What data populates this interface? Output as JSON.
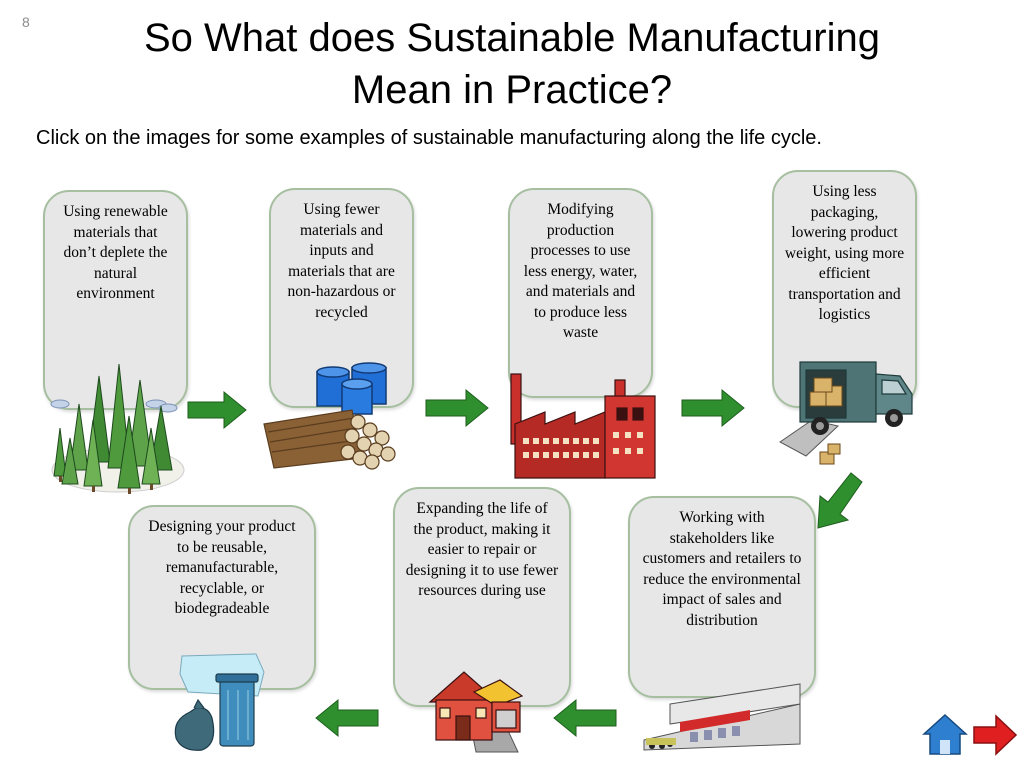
{
  "slide_number": "8",
  "title_line1": "So What does Sustainable Manufacturing",
  "title_line2": "Mean in Practice?",
  "subtitle": "Click on the images for some examples of sustainable manufacturing along the life cycle.",
  "steps": [
    {
      "text": "Using renewable materials that don’t deplete the natural environment",
      "icon": "forest-icon"
    },
    {
      "text": "Using fewer materials and inputs and materials that are non-hazardous or recycled",
      "icon": "logs-and-barrels-icon"
    },
    {
      "text": "Modifying production processes to use less energy, water, and materials and to produce less waste",
      "icon": "factory-icon"
    },
    {
      "text": "Using less packaging, lowering product weight, using more efficient transportation and logistics",
      "icon": "delivery-truck-icon"
    },
    {
      "text": "Working with stakeholders like customers and retailers  to reduce the environmental impact of sales and distribution",
      "icon": "retail-store-icon"
    },
    {
      "text": "Expanding the life of the product, making it easier to repair or designing it to use fewer resources during use",
      "icon": "house-icon"
    },
    {
      "text": "Designing your product to be reusable, remanufacturable, recyclable, or biodegradeable",
      "icon": "waste-bins-icon"
    }
  ],
  "colors": {
    "arrow": "#2f8f2f",
    "box_fill": "#e7e7e7",
    "box_border": "#a6bfa0",
    "home": "#2f7fd0",
    "next": "#e02020"
  }
}
